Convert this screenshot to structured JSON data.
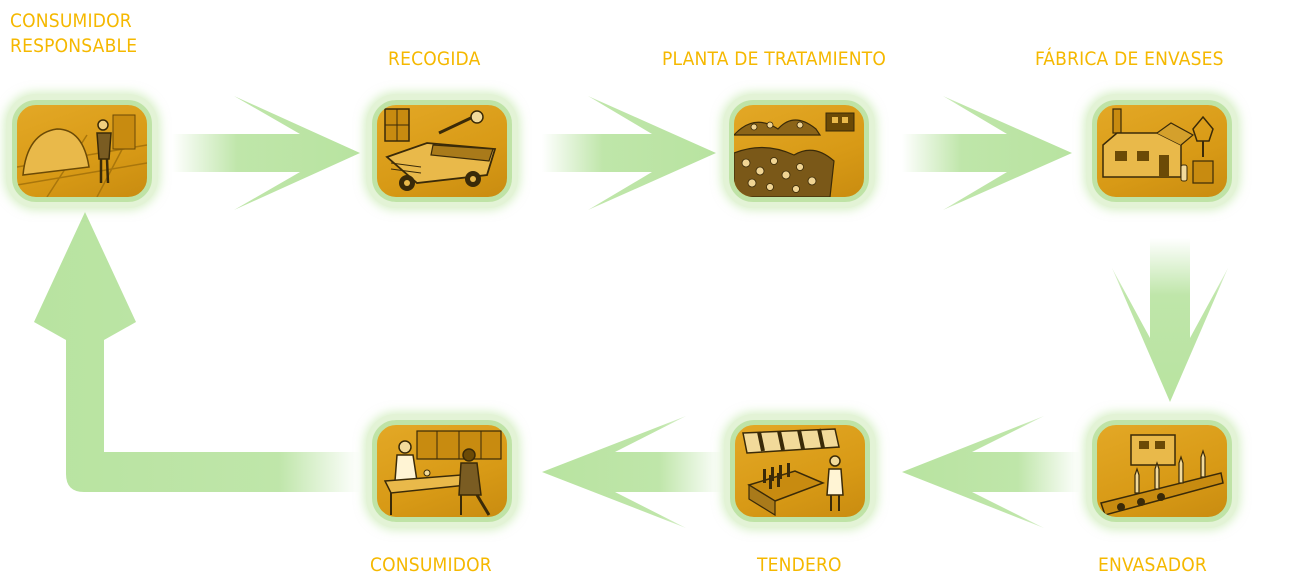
{
  "title": "",
  "colors": {
    "label": "#f5b800",
    "arrow": "#b8e3a0",
    "node_fill": "#dca01e",
    "node_border": "#bfe3a6",
    "sketch": "#3a2a08"
  },
  "nodes": [
    {
      "id": "consumidor-responsable",
      "label": "CONSUMIDOR\nRESPONSABLE",
      "illustration": "person-at-igloo-bin-icon"
    },
    {
      "id": "recogida",
      "label": "RECOGIDA",
      "illustration": "collection-truck-icon"
    },
    {
      "id": "planta",
      "label": "PLANTA DE TRATAMIENTO",
      "illustration": "glass-heaps-plant-icon"
    },
    {
      "id": "fabrica",
      "label": "FÁBRICA DE ENVASES",
      "illustration": "container-factory-icon"
    },
    {
      "id": "envasador",
      "label": "ENVASADOR",
      "illustration": "bottling-line-icon"
    },
    {
      "id": "tendero",
      "label": "TENDERO",
      "illustration": "shop-keeper-icon"
    },
    {
      "id": "consumidor",
      "label": "CONSUMIDOR",
      "illustration": "diners-at-table-icon"
    }
  ],
  "edges": [
    {
      "from": "consumidor-responsable",
      "to": "recogida"
    },
    {
      "from": "recogida",
      "to": "planta"
    },
    {
      "from": "planta",
      "to": "fabrica"
    },
    {
      "from": "fabrica",
      "to": "envasador"
    },
    {
      "from": "envasador",
      "to": "tendero"
    },
    {
      "from": "tendero",
      "to": "consumidor"
    },
    {
      "from": "consumidor",
      "to": "consumidor-responsable"
    }
  ]
}
